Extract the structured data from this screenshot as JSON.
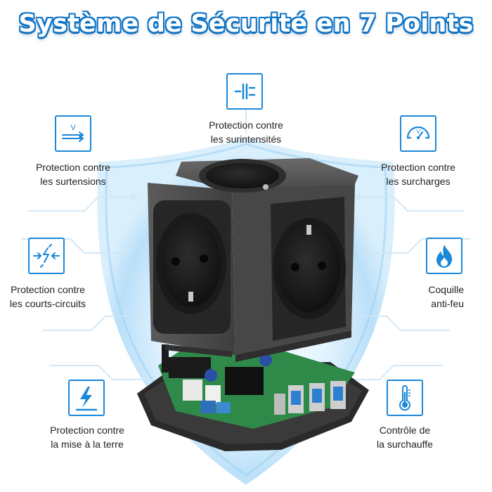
{
  "title": "Système de Sécurité en 7 Points",
  "features": [
    {
      "id": "surintensites",
      "icon": "current-divider-icon",
      "line1": "Protection contre",
      "line2": "les surintensités"
    },
    {
      "id": "surtensions",
      "icon": "voltage-arrow-icon",
      "line1": "Protection contre",
      "line2": "les surtensions"
    },
    {
      "id": "surcharges",
      "icon": "gauge-icon",
      "line1": "Protection contre",
      "line2": "les surcharges"
    },
    {
      "id": "courts-circuits",
      "icon": "short-circuit-icon",
      "line1": "Protection contre",
      "line2": "les courts-circuits"
    },
    {
      "id": "anti-feu",
      "icon": "flame-icon",
      "line1": "Coquille",
      "line2": "anti-feu"
    },
    {
      "id": "terre",
      "icon": "ground-lightning-icon",
      "line1": "Protection contre",
      "line2": "la mise à la terre"
    },
    {
      "id": "surchauffe",
      "icon": "thermometer-icon",
      "line1": "Contrôle de",
      "line2": "la surchauffe"
    }
  ],
  "colors": {
    "accent": "#1b88d8",
    "shield_glow": "#bfe3fb",
    "device_body": "#4a4a4a",
    "outlet": "#1e1e1e",
    "pcb": "#2f8a4a"
  },
  "gauge_glyph": "V",
  "voltage_glyph": "V"
}
